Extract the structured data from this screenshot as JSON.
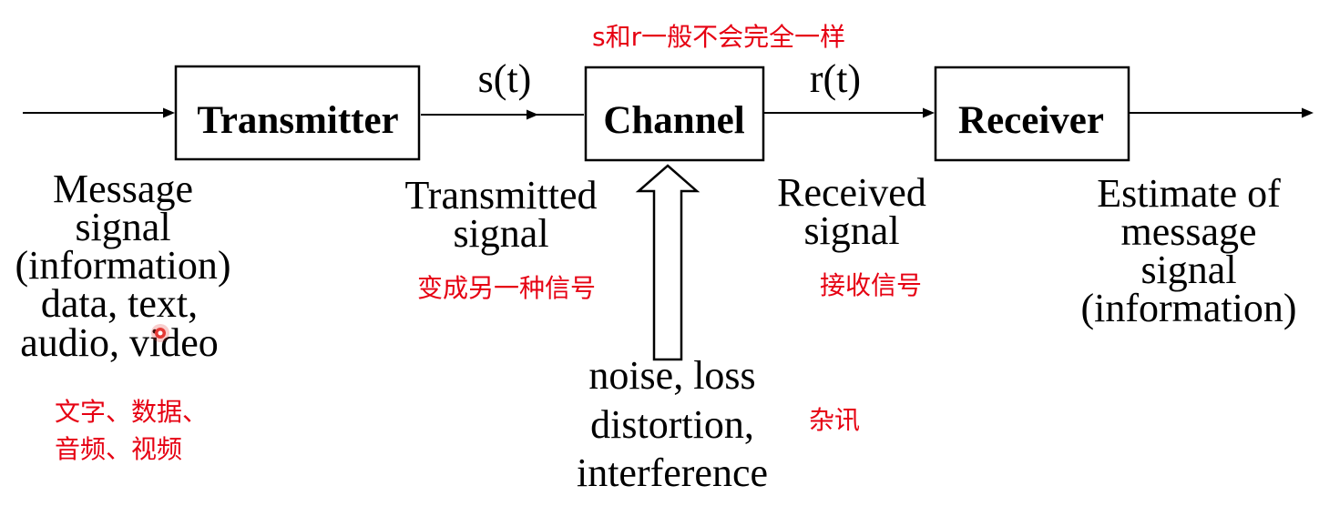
{
  "diagram": {
    "blocks": {
      "transmitter": "Transmitter",
      "channel": "Channel",
      "receiver": "Receiver"
    },
    "signals": {
      "s": "s(t)",
      "r": "r(t)"
    },
    "labels": {
      "message": [
        "Message",
        "signal",
        "(information)",
        "data, text,",
        "audio, video"
      ],
      "transmitted": [
        "Transmitted",
        "signal"
      ],
      "received": [
        "Received",
        "signal"
      ],
      "estimate": [
        "Estimate of",
        "message",
        "signal",
        "(information)"
      ],
      "noise": [
        "noise, loss",
        "distortion,",
        "interference"
      ]
    },
    "annotations": {
      "top": "s和r一般不会完全一样",
      "message": [
        "文字、数据、",
        "音频、视频"
      ],
      "transmitted": "变成另一种信号",
      "received": "接收信号",
      "noise": "杂讯"
    },
    "colors": {
      "annotation": "#e60012",
      "ink": "#000000",
      "cursor": "#e53935"
    }
  }
}
